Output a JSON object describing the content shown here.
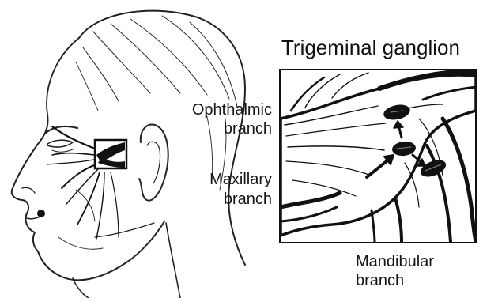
{
  "diagram": {
    "title": "Trigeminal ganglion",
    "labels": {
      "ophthalmic_line1": "Ophthalmic",
      "ophthalmic_line2": "branch",
      "maxillary_line1": "Maxillary",
      "maxillary_line2": "branch",
      "mandibular_line1": "Mandibular",
      "mandibular_line2": "branch"
    },
    "colors": {
      "ink": "#111111",
      "background": "#ffffff"
    }
  }
}
